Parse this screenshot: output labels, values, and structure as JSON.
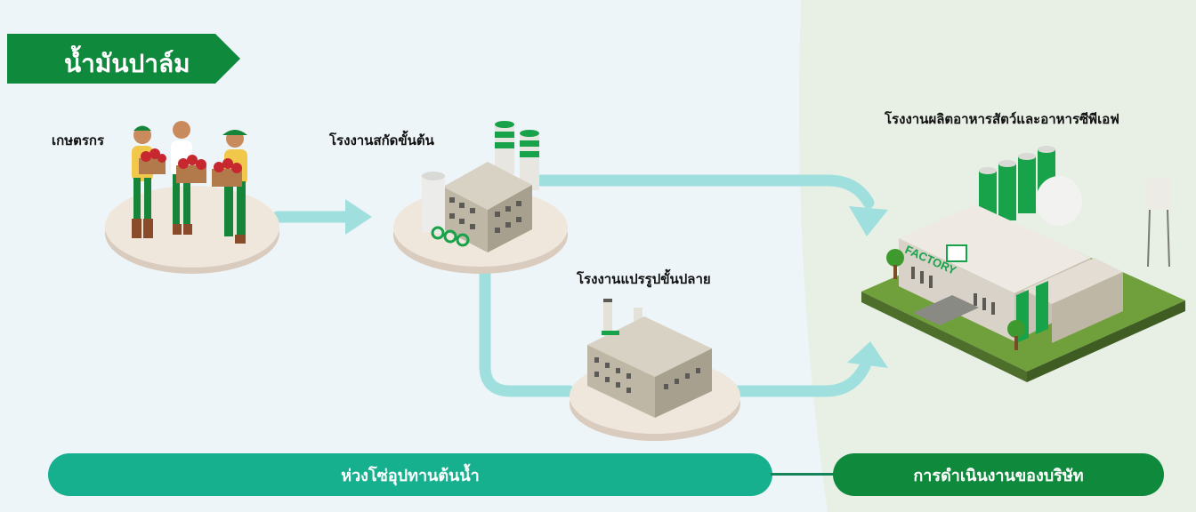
{
  "title": "น้ำมันปาล์ม",
  "nodes": {
    "farmers": "เกษตรกร",
    "primary_mill": "โรงงานสกัดขั้นต้น",
    "refinery": "โรงงานแปรรูปขั้นปลาย",
    "feed_mill": "โรงงานผลิตอาหารสัตว์และอาหารซีพีเอฟ"
  },
  "factory_sign": "FACTORY",
  "bands": {
    "upstream": "ห่วงโซ่อุปทานต้นน้ำ",
    "company": "การดำเนินงานของบริษัท"
  },
  "colors": {
    "brand_green": "#0f8a3c",
    "teal": "#16b08f",
    "arrow": "#9fe0de",
    "left_bg": "#eef5f8",
    "right_bg": "#e8f0e6"
  }
}
